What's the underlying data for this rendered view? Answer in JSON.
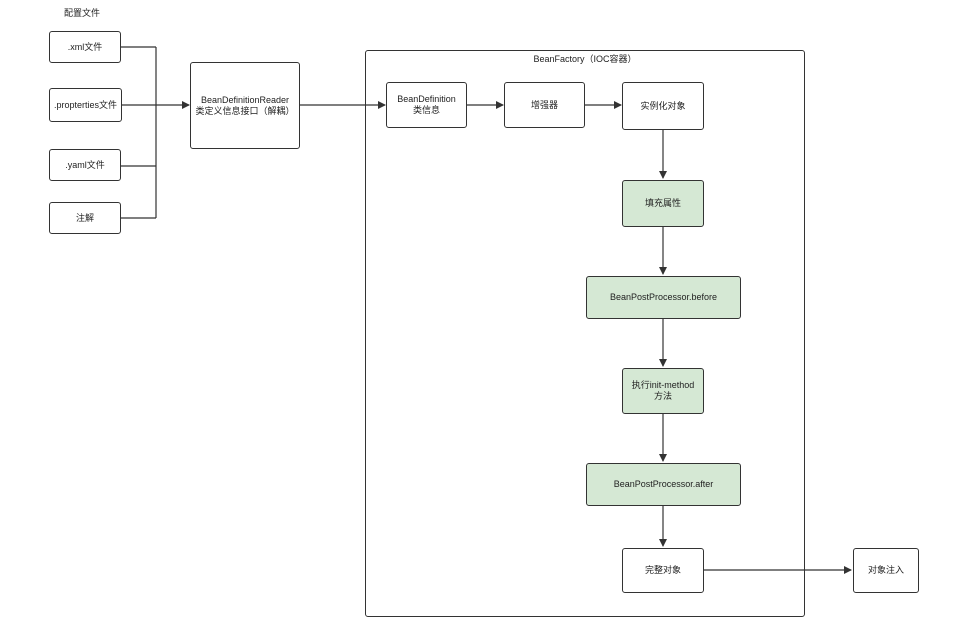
{
  "config_group_label": "配置文件",
  "sources": [
    ".xml文件",
    ".propterties文件",
    ".yaml文件",
    "注解"
  ],
  "reader": {
    "line1": "BeanDefinitionReader",
    "line2": "类定义信息接口（解耦）"
  },
  "container_title": "BeanFactory（IOC容器）",
  "nodes": {
    "bean_definition": {
      "line1": "BeanDefinition",
      "line2": "类信息"
    },
    "enhancer": "增强器",
    "instantiate": "实例化对象",
    "populate": "填充属性",
    "post_before": "BeanPostProcessor.before",
    "init_method": {
      "line1": "执行init-method",
      "line2": "方法"
    },
    "post_after": "BeanPostProcessor.after",
    "complete": "完整对象",
    "inject": "对象注入"
  },
  "colors": {
    "stroke": "#333333",
    "green_fill": "#d5e8d4",
    "background": "#ffffff"
  }
}
